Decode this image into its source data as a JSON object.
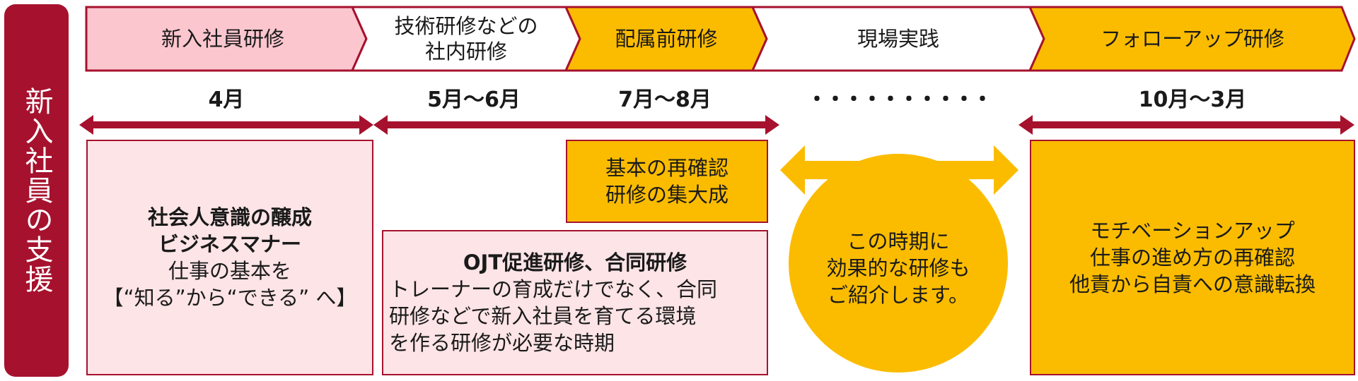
{
  "side_label": "新入社員の支援",
  "stages": [
    {
      "lines": [
        "新入社員研修"
      ],
      "color": "#fcc6cf"
    },
    {
      "lines": [
        "技術研修などの",
        "社内研修"
      ],
      "color": "#ffffff"
    },
    {
      "lines": [
        "配属前研修"
      ],
      "color": "#fbbc00"
    },
    {
      "lines": [
        "現場実践"
      ],
      "color": "#ffffff"
    },
    {
      "lines": [
        "フォローアップ研修"
      ],
      "color": "#fbbc00"
    }
  ],
  "periods": [
    "4月",
    "5月～6月",
    "7月～8月",
    "・・・・・・・・・・",
    "10月～3月"
  ],
  "boxes": {
    "april": {
      "bold_lines": [
        "社会人意識の醸成",
        "ビジネスマナー"
      ],
      "lines": [
        "仕事の基本を",
        "【“知る”から“できる” へ】"
      ]
    },
    "prep": {
      "lines": [
        "基本の再確認",
        "研修の集大成"
      ]
    },
    "ojt": {
      "title": "OJT促進研修、合同研修",
      "lines": [
        "トレーナーの育成だけでなく、合同",
        "研修などで新入社員を育てる環境",
        "を作る研修が必要な時期"
      ]
    },
    "circle": {
      "lines": [
        "この時期に",
        "効果的な研修も",
        "ご紹介します。"
      ]
    },
    "followup": {
      "lines": [
        "モチベーションアップ",
        "仕事の進め方の再確認",
        "他責から自責への意識転換"
      ]
    }
  },
  "colors": {
    "accent": "#a6122e",
    "gold": "#fbbc00",
    "pink": "#fde4e6"
  }
}
